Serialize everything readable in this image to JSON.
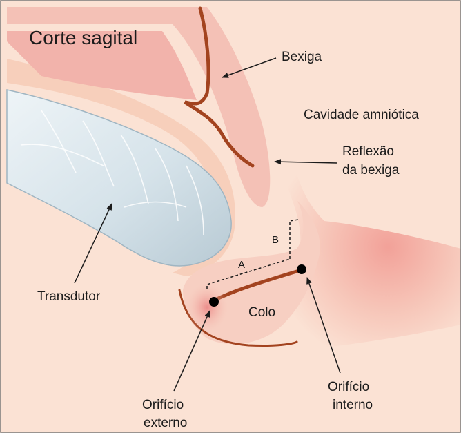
{
  "title": "Corte sagital",
  "labels": {
    "bladder": "Bexiga",
    "amniotic_cavity": "Cavidade amniótica",
    "bladder_reflection_line1": "Reflexão",
    "bladder_reflection_line2": "da bexiga",
    "transducer": "Transdutor",
    "cervix": "Colo",
    "internal_os_line1": "Orifício",
    "internal_os_line2": "interno",
    "external_os_line1": "Orifício",
    "external_os_line2": "externo",
    "measure_a": "A",
    "measure_b": "B"
  },
  "colors": {
    "background": "#fbe2d4",
    "tissue_pink": "#f4c1b6",
    "tissue_band": "#f6cdb8",
    "canal": "#a3431f",
    "transducer": "#d9e5ec",
    "os_marker": "#000000"
  }
}
